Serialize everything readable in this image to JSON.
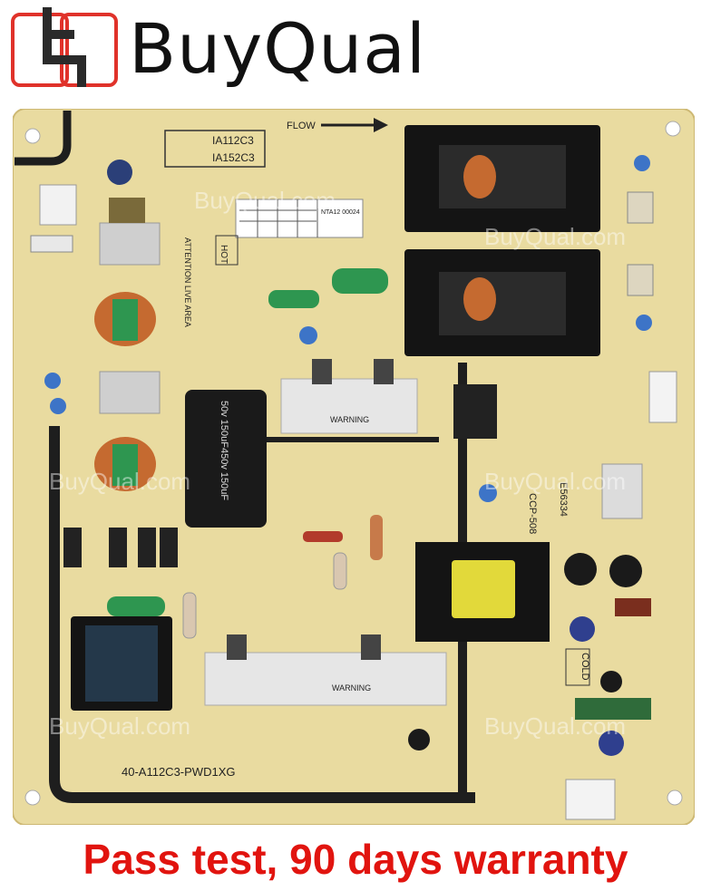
{
  "brand": {
    "name": "BuyQual",
    "colors": {
      "logo_red": "#e0322a",
      "logo_dark": "#2a2a2a",
      "text": "#111111"
    }
  },
  "board": {
    "part_number": "40-A112C3-PWD1XG",
    "model_labels": [
      "IA112C3",
      "IA152C3"
    ],
    "flow_label": "FLOW",
    "hot_label": "HOT",
    "cold_label": "COLD",
    "attention_label": "ATTENTION LIVE AREA",
    "warning_label": "WARNING",
    "capacitor_text": "50v 150uF450v 150uF",
    "code_label": "E56334",
    "ccp_label": "CCP-508",
    "sticker_text": "NTA12 00024",
    "watermark": "BuyQual.com",
    "colors": {
      "pcb": "#e9dba0",
      "trace": "#1e1e1e",
      "transformer": "#141414",
      "copper": "#c56a30",
      "heatsink": "#e6e6e6",
      "cap_blue": "#3d74c7",
      "cap_green": "#2e9650"
    }
  },
  "footer": {
    "text": "Pass test, 90 days warranty",
    "color": "#e1140f"
  }
}
